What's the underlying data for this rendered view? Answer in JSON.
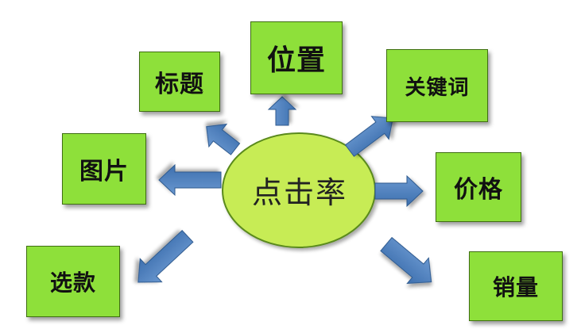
{
  "center": {
    "label": "点击率",
    "fill": "#c7ec55",
    "stroke": "#5a8a1e"
  },
  "nodes": {
    "title": "标题",
    "position": "位置",
    "keyword": "关键词",
    "image": "图片",
    "price": "价格",
    "select": "选款",
    "sales": "销量"
  },
  "colors": {
    "box_fill": "#8ee03a",
    "box_border": "#3f6e12",
    "arrow_fill": "#4f81bd",
    "arrow_stroke": "#2e5a8f"
  }
}
